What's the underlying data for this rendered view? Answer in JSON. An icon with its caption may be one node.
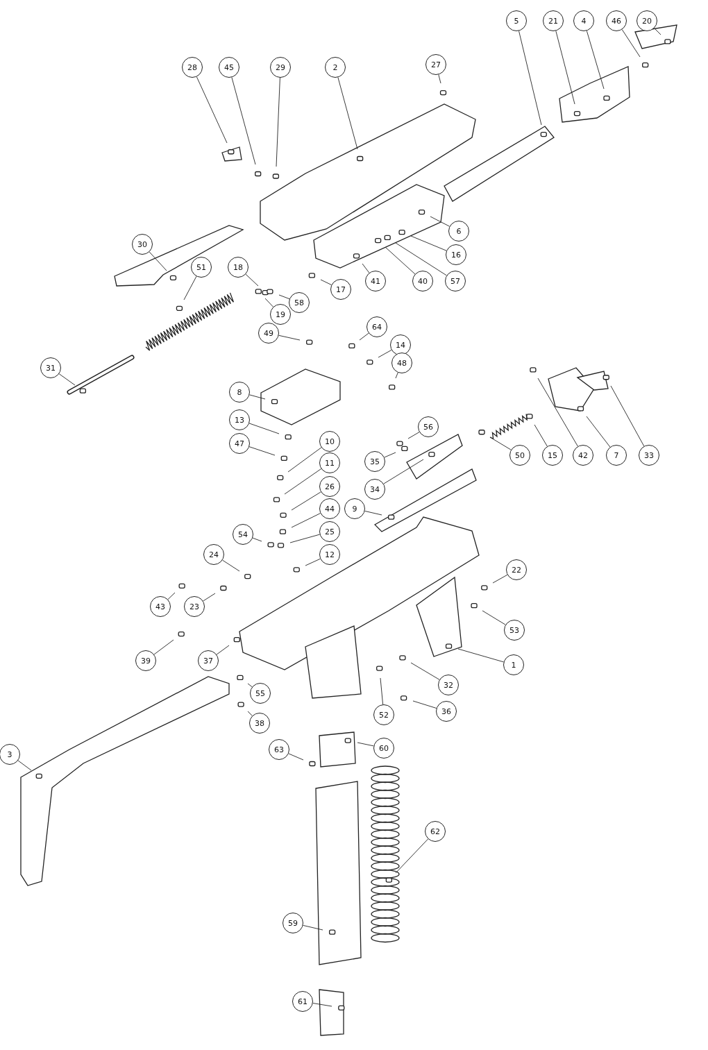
{
  "diagram": {
    "nodes": [
      {
        "text": [
          "5"
        ]
      },
      {
        "text": [
          "21"
        ]
      },
      {
        "text": [
          "4"
        ]
      },
      {
        "text": [
          "46"
        ]
      },
      {
        "text": [
          "20"
        ]
      },
      {
        "text": [
          "28"
        ]
      },
      {
        "text": [
          "45"
        ]
      },
      {
        "text": [
          "29"
        ]
      },
      {
        "text": [
          "2"
        ]
      },
      {
        "text": [
          "27"
        ]
      },
      {
        "text": [
          "6"
        ]
      },
      {
        "text": [
          "30"
        ]
      },
      {
        "text": [
          "16"
        ]
      },
      {
        "text": [
          "51"
        ]
      },
      {
        "text": [
          "18"
        ]
      },
      {
        "text": [
          "57"
        ]
      },
      {
        "text": [
          "40"
        ]
      },
      {
        "text": [
          "41"
        ]
      },
      {
        "text": [
          "17"
        ]
      },
      {
        "text": [
          "58"
        ]
      },
      {
        "text": [
          "19"
        ]
      },
      {
        "text": [
          "49"
        ]
      },
      {
        "text": [
          "64"
        ]
      },
      {
        "text": [
          "14"
        ]
      },
      {
        "text": [
          "48"
        ]
      },
      {
        "text": [
          "31"
        ]
      },
      {
        "text": [
          "8"
        ]
      },
      {
        "text": [
          "13"
        ]
      },
      {
        "text": [
          "56"
        ]
      },
      {
        "text": [
          "47"
        ]
      },
      {
        "text": [
          "10"
        ]
      },
      {
        "text": [
          "35"
        ]
      },
      {
        "text": [
          "50"
        ]
      },
      {
        "text": [
          "15"
        ]
      },
      {
        "text": [
          "42"
        ]
      },
      {
        "text": [
          "7"
        ]
      },
      {
        "text": [
          "33"
        ]
      },
      {
        "text": [
          "11"
        ]
      },
      {
        "text": [
          "34"
        ]
      },
      {
        "text": [
          "26"
        ]
      },
      {
        "text": [
          "44"
        ]
      },
      {
        "text": [
          "9"
        ]
      },
      {
        "text": [
          "25"
        ]
      },
      {
        "text": [
          "54"
        ]
      },
      {
        "text": [
          "24"
        ]
      },
      {
        "text": [
          "12"
        ]
      },
      {
        "text": [
          "22"
        ]
      },
      {
        "text": [
          "43"
        ]
      },
      {
        "text": [
          "23"
        ]
      },
      {
        "text": [
          "53"
        ]
      },
      {
        "text": [
          "39"
        ]
      },
      {
        "text": [
          "37"
        ]
      },
      {
        "text": [
          "1"
        ]
      },
      {
        "text": [
          "32"
        ]
      },
      {
        "text": [
          "55"
        ]
      },
      {
        "text": [
          "36"
        ]
      },
      {
        "text": [
          "52"
        ]
      },
      {
        "text": [
          "38"
        ]
      },
      {
        "text": [
          "60"
        ]
      },
      {
        "text": [
          "63"
        ]
      },
      {
        "text": [
          "3"
        ]
      },
      {
        "text": [
          "62"
        ]
      },
      {
        "text": [
          "59"
        ]
      },
      {
        "text": [
          "61"
        ]
      }
    ],
    "edges": [
      {
        "from": 0,
        "to": null,
        "arrow": "none"
      },
      {
        "from": 1,
        "to": null,
        "arrow": "none"
      },
      {
        "from": 2,
        "to": null,
        "arrow": "none"
      },
      {
        "from": 3,
        "to": null,
        "arrow": "none"
      },
      {
        "from": 4,
        "to": null,
        "arrow": "none"
      },
      {
        "from": 5,
        "to": null,
        "arrow": "none"
      },
      {
        "from": 6,
        "to": null,
        "arrow": "none"
      },
      {
        "from": 7,
        "to": null,
        "arrow": "none"
      },
      {
        "from": 8,
        "to": null,
        "arrow": "none"
      },
      {
        "from": 9,
        "to": null,
        "arrow": "none"
      },
      {
        "from": 10,
        "to": null,
        "arrow": "none"
      },
      {
        "from": 11,
        "to": null,
        "arrow": "none"
      },
      {
        "from": 12,
        "to": null,
        "arrow": "none"
      },
      {
        "from": 13,
        "to": null,
        "arrow": "none"
      },
      {
        "from": 14,
        "to": null,
        "arrow": "none"
      },
      {
        "from": 15,
        "to": null,
        "arrow": "none"
      },
      {
        "from": 16,
        "to": null,
        "arrow": "none"
      },
      {
        "from": 17,
        "to": null,
        "arrow": "none"
      },
      {
        "from": 18,
        "to": null,
        "arrow": "none"
      },
      {
        "from": 19,
        "to": null,
        "arrow": "none"
      },
      {
        "from": 20,
        "to": null,
        "arrow": "none"
      },
      {
        "from": 21,
        "to": null,
        "arrow": "none"
      },
      {
        "from": 22,
        "to": null,
        "arrow": "none"
      },
      {
        "from": 23,
        "to": null,
        "arrow": "none"
      },
      {
        "from": 24,
        "to": null,
        "arrow": "none"
      },
      {
        "from": 25,
        "to": null,
        "arrow": "none"
      },
      {
        "from": 26,
        "to": null,
        "arrow": "none"
      },
      {
        "from": 27,
        "to": null,
        "arrow": "none"
      },
      {
        "from": 28,
        "to": null,
        "arrow": "none"
      },
      {
        "from": 29,
        "to": null,
        "arrow": "none"
      },
      {
        "from": 30,
        "to": null,
        "arrow": "none"
      },
      {
        "from": 31,
        "to": null,
        "arrow": "none"
      },
      {
        "from": 32,
        "to": null,
        "arrow": "none"
      },
      {
        "from": 33,
        "to": null,
        "arrow": "none"
      },
      {
        "from": 34,
        "to": null,
        "arrow": "none"
      },
      {
        "from": 35,
        "to": null,
        "arrow": "none"
      },
      {
        "from": 36,
        "to": null,
        "arrow": "none"
      },
      {
        "from": 37,
        "to": null,
        "arrow": "none"
      },
      {
        "from": 38,
        "to": null,
        "arrow": "none"
      },
      {
        "from": 39,
        "to": null,
        "arrow": "none"
      },
      {
        "from": 40,
        "to": null,
        "arrow": "none"
      },
      {
        "from": 41,
        "to": null,
        "arrow": "none"
      },
      {
        "from": 42,
        "to": null,
        "arrow": "none"
      },
      {
        "from": 43,
        "to": null,
        "arrow": "none"
      },
      {
        "from": 44,
        "to": null,
        "arrow": "none"
      },
      {
        "from": 45,
        "to": null,
        "arrow": "none"
      },
      {
        "from": 46,
        "to": null,
        "arrow": "none"
      },
      {
        "from": 47,
        "to": null,
        "arrow": "none"
      },
      {
        "from": 48,
        "to": null,
        "arrow": "none"
      },
      {
        "from": 49,
        "to": null,
        "arrow": "none"
      },
      {
        "from": 50,
        "to": null,
        "arrow": "none"
      },
      {
        "from": 51,
        "to": null,
        "arrow": "none"
      },
      {
        "from": 52,
        "to": null,
        "arrow": "none"
      },
      {
        "from": 53,
        "to": null,
        "arrow": "none"
      },
      {
        "from": 54,
        "to": null,
        "arrow": "none"
      },
      {
        "from": 55,
        "to": null,
        "arrow": "none"
      },
      {
        "from": 56,
        "to": null,
        "arrow": "none"
      },
      {
        "from": 57,
        "to": null,
        "arrow": "none"
      },
      {
        "from": 58,
        "to": null,
        "arrow": "none"
      },
      {
        "from": 59,
        "to": null,
        "arrow": "none"
      },
      {
        "from": 60,
        "to": null,
        "arrow": "none"
      },
      {
        "from": 61,
        "to": null,
        "arrow": "none"
      },
      {
        "from": 62,
        "to": null,
        "arrow": "none"
      },
      {
        "from": 63,
        "to": null,
        "arrow": "none"
      }
    ]
  }
}
